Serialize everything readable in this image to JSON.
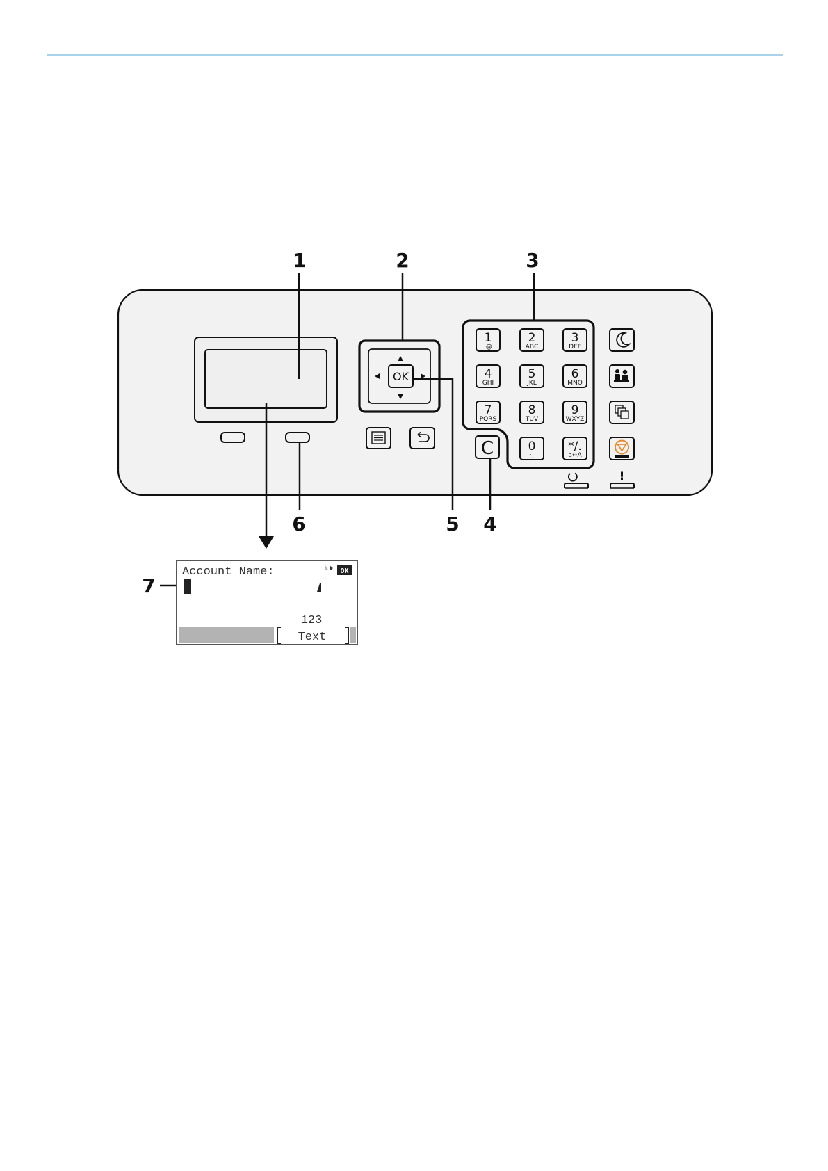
{
  "header": {
    "rule_color": "#a9d3ea"
  },
  "callouts": [
    "1",
    "2",
    "3",
    "4",
    "5",
    "6",
    "7"
  ],
  "panel": {
    "nav": {
      "ok_label": "OK"
    },
    "keypad": {
      "keys": [
        {
          "digit": "1",
          "sub": ".@"
        },
        {
          "digit": "2",
          "sub": "ABC"
        },
        {
          "digit": "3",
          "sub": "DEF"
        },
        {
          "digit": "4",
          "sub": "GHI"
        },
        {
          "digit": "5",
          "sub": "JKL"
        },
        {
          "digit": "6",
          "sub": "MNO"
        },
        {
          "digit": "7",
          "sub": "PQRS"
        },
        {
          "digit": "8",
          "sub": "TUV"
        },
        {
          "digit": "9",
          "sub": "WXYZ"
        },
        {
          "digit": "0",
          "sub": "·,"
        },
        {
          "digit": "*/.",
          "sub": "a↔A"
        }
      ]
    },
    "clear_label": "C",
    "attention_indicator": "!",
    "icons": [
      "energy-saver-moon-icon",
      "authentication-user-icon",
      "reset-copy-icon",
      "stop-icon",
      "power-ring-icon"
    ],
    "stop_color": "#e8892b"
  },
  "lcd": {
    "title": "Account Name:",
    "ok_badge": "OK",
    "input_mode": "123",
    "softkey_label": "Text"
  }
}
